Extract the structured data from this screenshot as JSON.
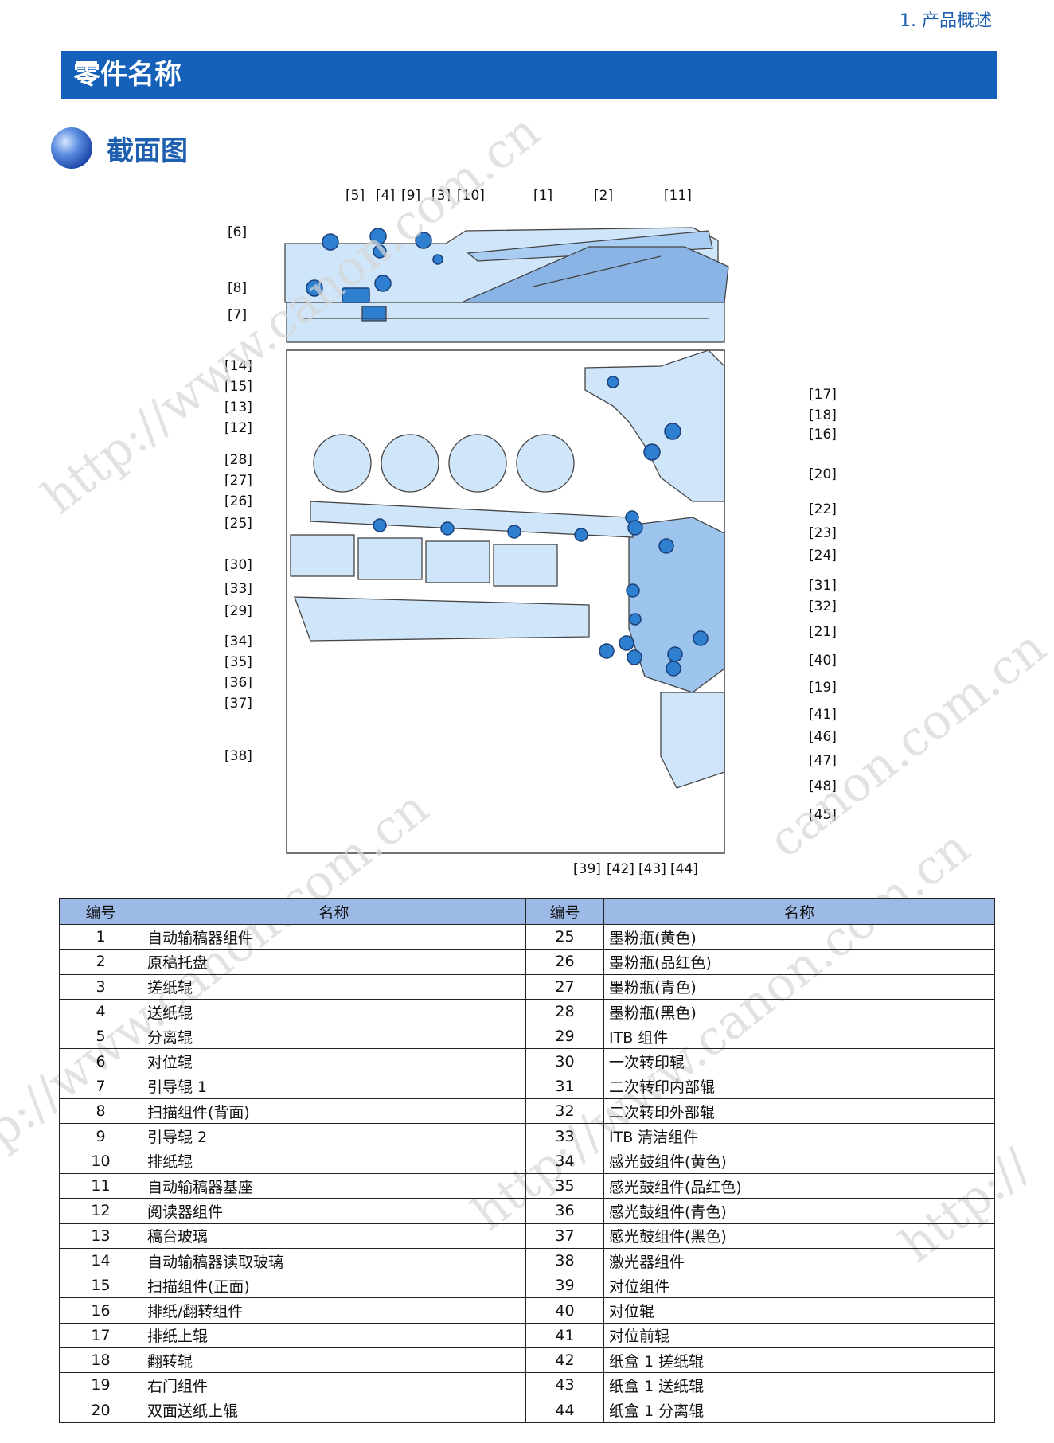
{
  "header": {
    "chapter": "1. 产品概述"
  },
  "banner": {
    "title": "零件名称"
  },
  "section": {
    "title": "截面图"
  },
  "watermark": {
    "text1": "http://www.canon.com.cn",
    "text2": "http://www.canon.com.cn",
    "text3": "http://www.canon.com.cn",
    "text4": "http://",
    "text5": "canon.com.cn"
  },
  "colors": {
    "banner": "#1560b8",
    "header_row": "#9db9e6",
    "diagram_fill": "#cfe6fa",
    "roller": "#2f7fd0"
  },
  "diagram": {
    "callouts": [
      "[1]",
      "[2]",
      "[3]",
      "[4]",
      "[5]",
      "[6]",
      "[7]",
      "[8]",
      "[9]",
      "[10]",
      "[11]",
      "[12]",
      "[13]",
      "[14]",
      "[15]",
      "[16]",
      "[17]",
      "[18]",
      "[19]",
      "[20]",
      "[21]",
      "[22]",
      "[23]",
      "[24]",
      "[25]",
      "[26]",
      "[27]",
      "[28]",
      "[29]",
      "[30]",
      "[31]",
      "[32]",
      "[33]",
      "[34]",
      "[35]",
      "[36]",
      "[37]",
      "[38]",
      "[39]",
      "[40]",
      "[41]",
      "[42]",
      "[43]",
      "[44]",
      "[45]",
      "[46]",
      "[47]",
      "[48]"
    ]
  },
  "table": {
    "headers": [
      "编号",
      "名称",
      "编号",
      "名称"
    ],
    "rows": [
      [
        "1",
        "自动输稿器组件",
        "25",
        "墨粉瓶(黄色)"
      ],
      [
        "2",
        "原稿托盘",
        "26",
        "墨粉瓶(品红色)"
      ],
      [
        "3",
        "搓纸辊",
        "27",
        "墨粉瓶(青色)"
      ],
      [
        "4",
        "送纸辊",
        "28",
        "墨粉瓶(黑色)"
      ],
      [
        "5",
        "分离辊",
        "29",
        "ITB 组件"
      ],
      [
        "6",
        "对位辊",
        "30",
        "一次转印辊"
      ],
      [
        "7",
        "引导辊 1",
        "31",
        "二次转印内部辊"
      ],
      [
        "8",
        "扫描组件(背面)",
        "32",
        "二次转印外部辊"
      ],
      [
        "9",
        "引导辊 2",
        "33",
        "ITB 清洁组件"
      ],
      [
        "10",
        "排纸辊",
        "34",
        "感光鼓组件(黄色)"
      ],
      [
        "11",
        "自动输稿器基座",
        "35",
        "感光鼓组件(品红色)"
      ],
      [
        "12",
        "阅读器组件",
        "36",
        "感光鼓组件(青色)"
      ],
      [
        "13",
        "稿台玻璃",
        "37",
        "感光鼓组件(黑色)"
      ],
      [
        "14",
        "自动输稿器读取玻璃",
        "38",
        "激光器组件"
      ],
      [
        "15",
        "扫描组件(正面)",
        "39",
        "对位组件"
      ],
      [
        "16",
        "排纸/翻转组件",
        "40",
        "对位辊"
      ],
      [
        "17",
        "排纸上辊",
        "41",
        "对位前辊"
      ],
      [
        "18",
        "翻转辊",
        "42",
        "纸盒 1 搓纸辊"
      ],
      [
        "19",
        "右门组件",
        "43",
        "纸盒 1 送纸辊"
      ],
      [
        "20",
        "双面送纸上辊",
        "44",
        "纸盒 1 分离辊"
      ]
    ]
  }
}
